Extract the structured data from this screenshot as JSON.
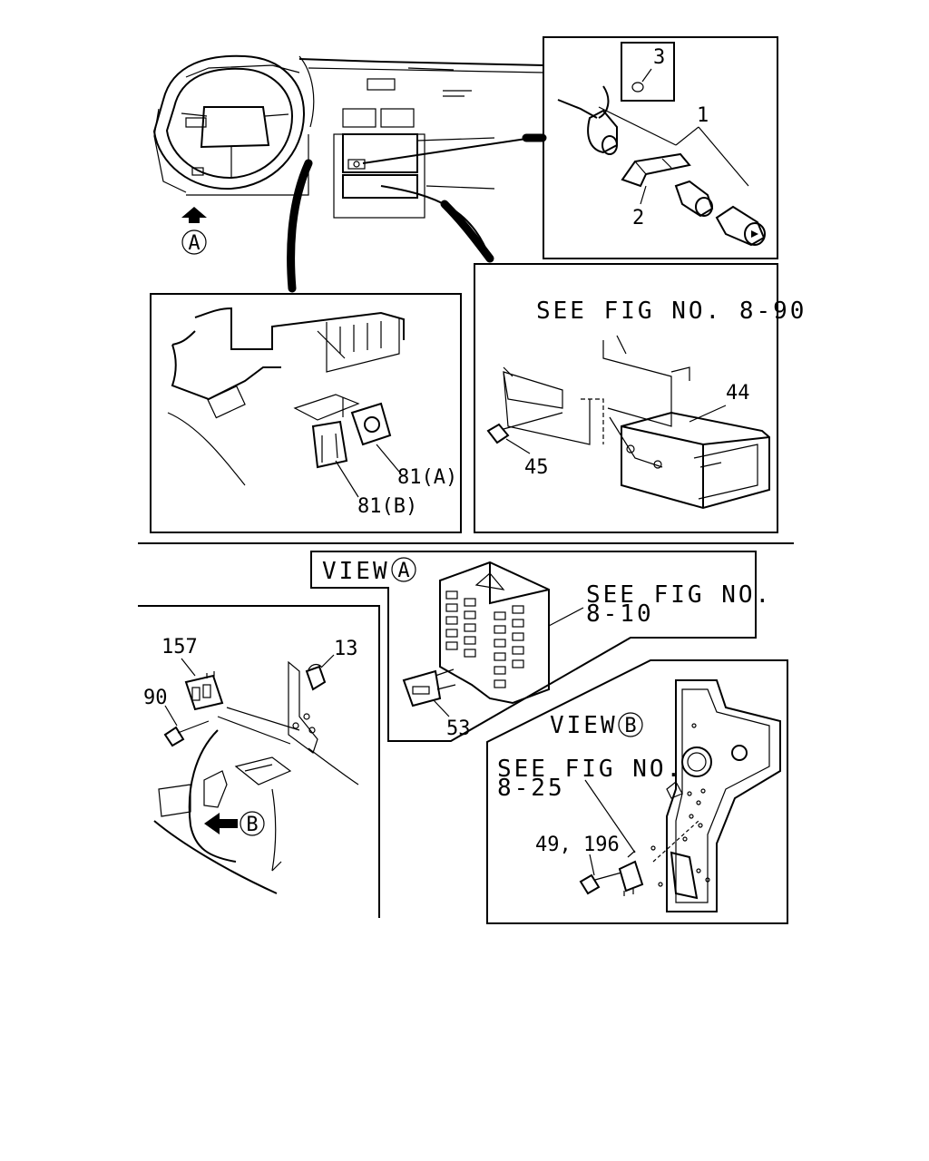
{
  "labels": {
    "view_a_arrow_letter": "A",
    "part_3": "3",
    "part_1": "1",
    "part_2": "2",
    "see_fig_8_90": "SEE FIG NO. 8-90",
    "part_44": "44",
    "part_45": "45",
    "part_81a": "81(A)",
    "part_81b": "81(B)",
    "view_a_title": "VIEW",
    "view_a_letter": "A",
    "see_fig_8_10_line1": "SEE FIG NO.",
    "see_fig_8_10_line2": "8-10",
    "part_53": "53",
    "part_157": "157",
    "part_13": "13",
    "part_90": "90",
    "view_b_arrow_letter": "B",
    "view_b_title": "VIEW",
    "view_b_letter": "B",
    "see_fig_8_25_line1": "SEE FIG NO.",
    "see_fig_8_25_line2": "8-25",
    "part_49_196": "49, 196"
  }
}
